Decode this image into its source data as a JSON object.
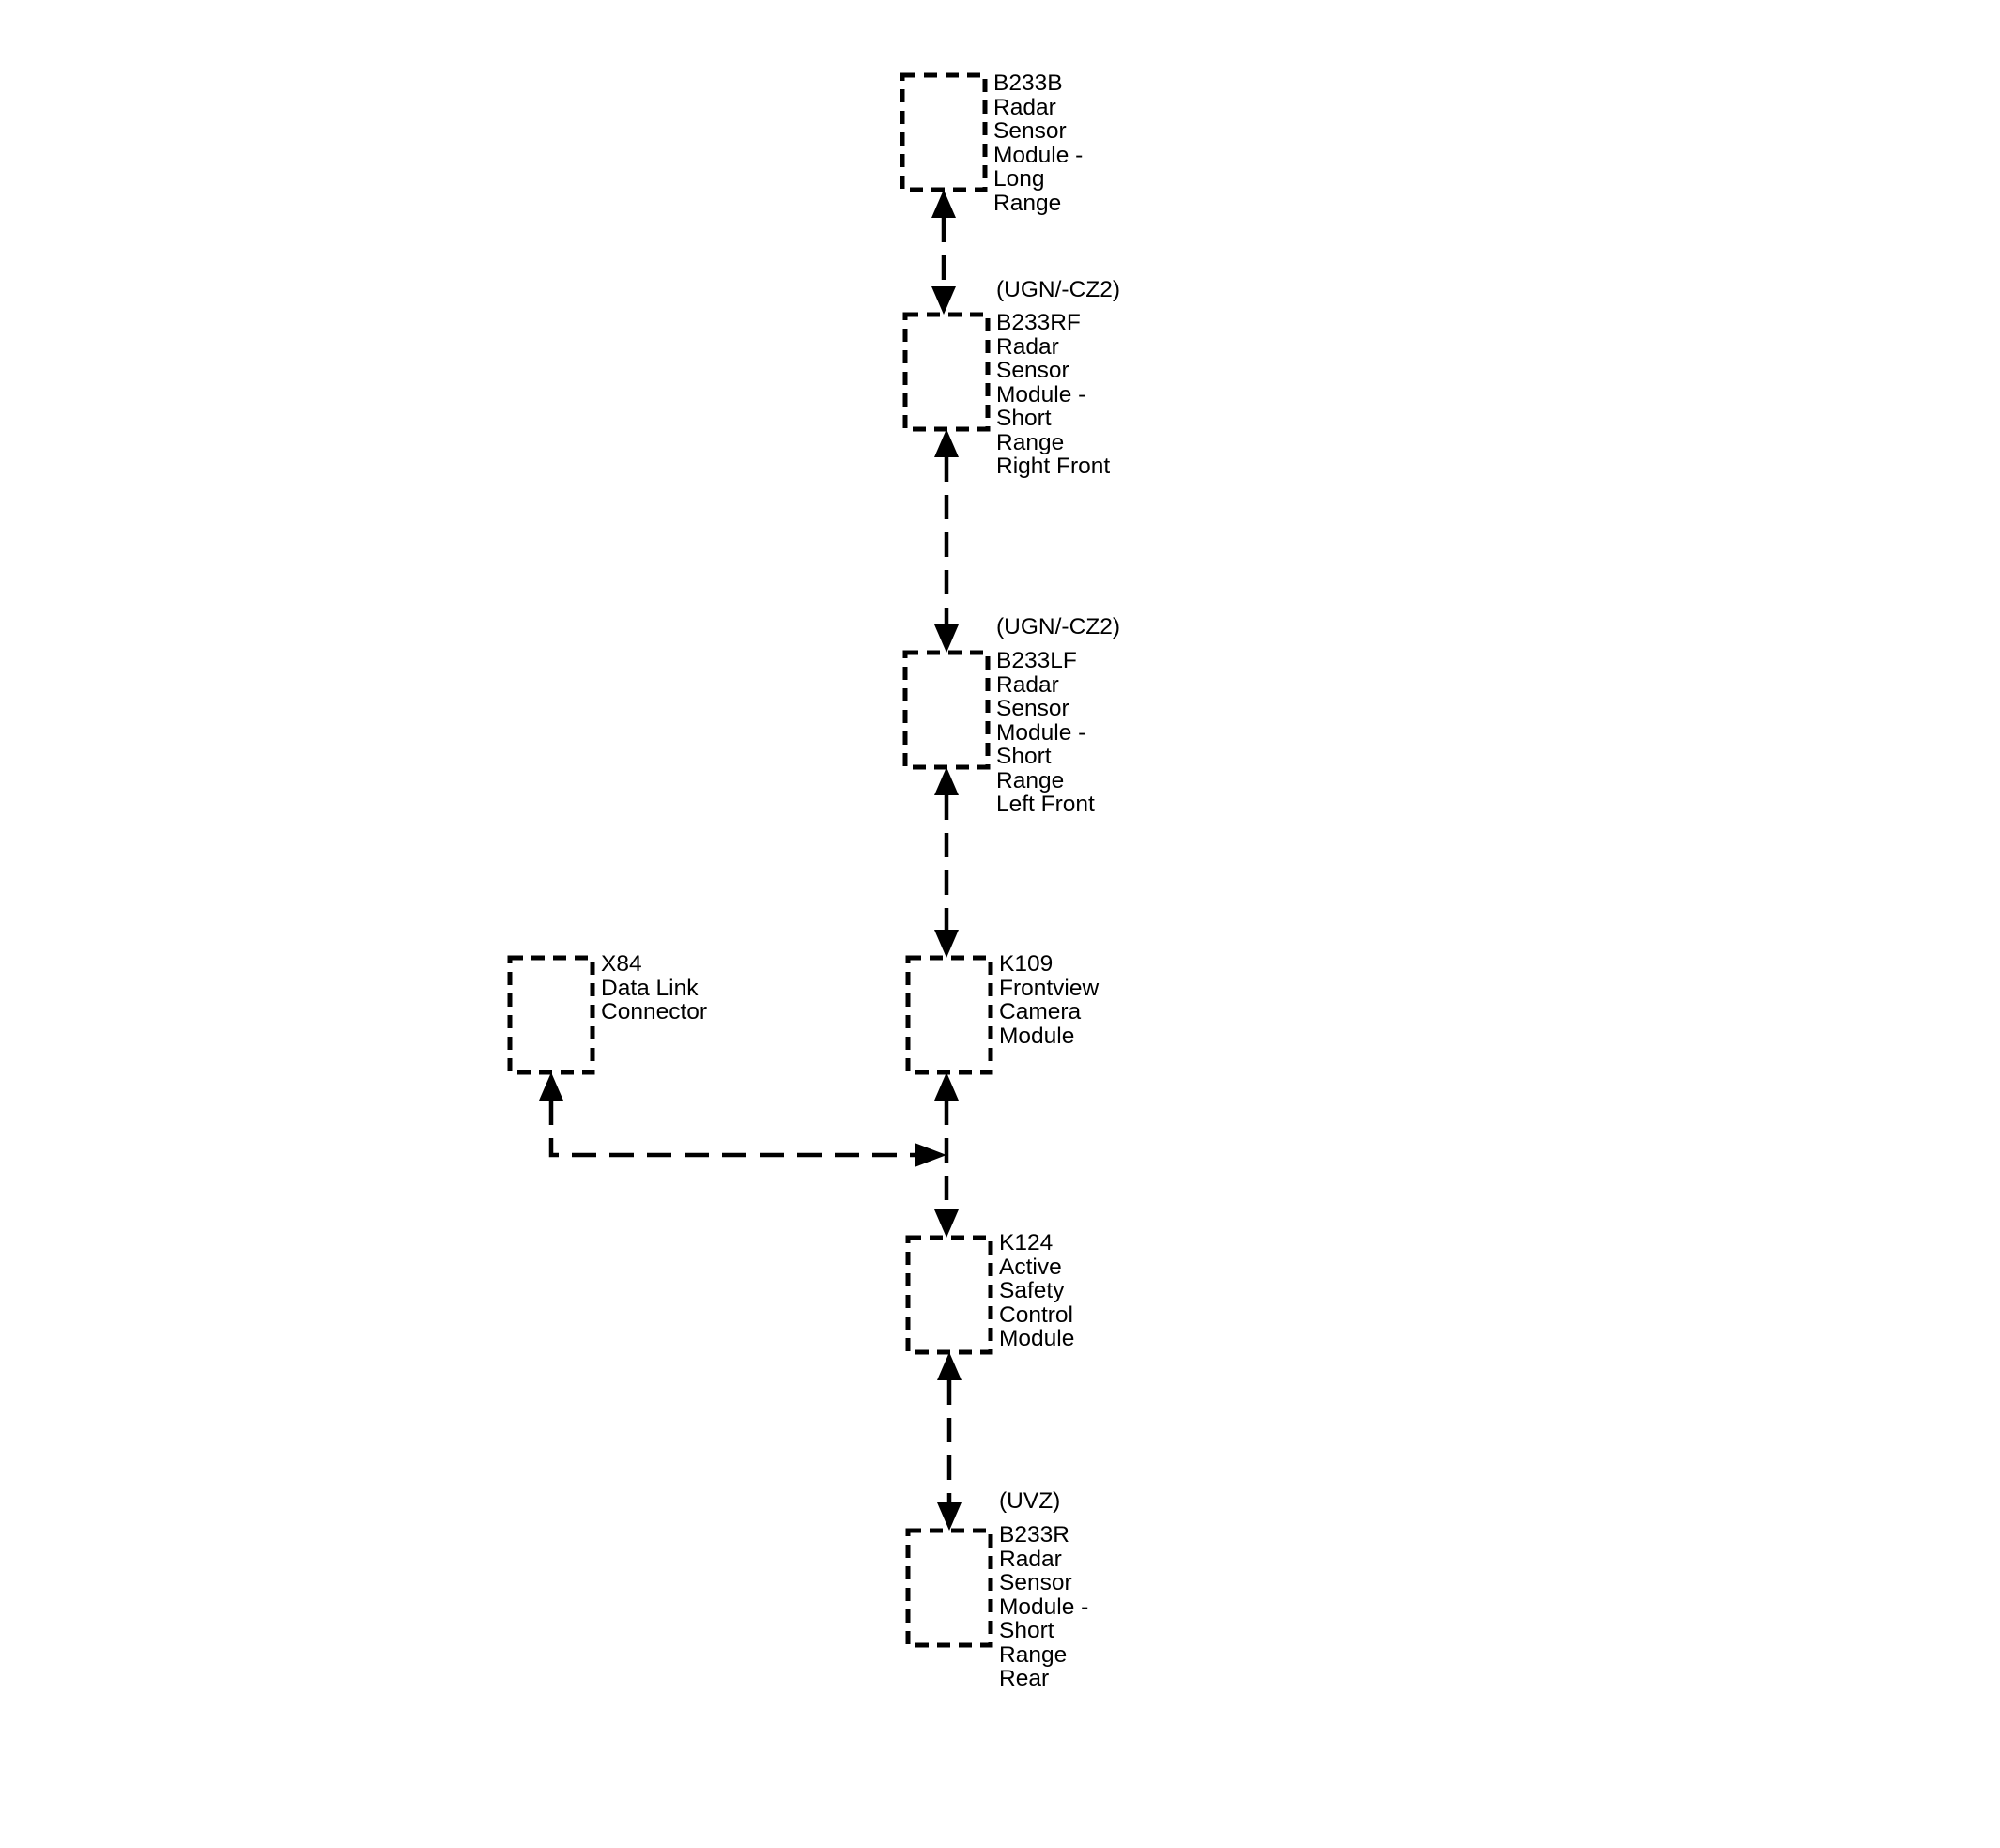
{
  "diagram": {
    "modules": [
      {
        "id": "B233B",
        "option": "",
        "lines": [
          "B233B",
          "Radar",
          "Sensor",
          "Module -",
          "Long",
          "Range"
        ]
      },
      {
        "id": "B233RF",
        "option": "(UGN/-CZ2)",
        "lines": [
          "B233RF",
          "Radar",
          "Sensor",
          "Module -",
          "Short",
          "Range",
          "Right Front"
        ]
      },
      {
        "id": "B233LF",
        "option": "(UGN/-CZ2)",
        "lines": [
          "B233LF",
          "Radar",
          "Sensor",
          "Module -",
          "Short",
          "Range",
          "Left Front"
        ]
      },
      {
        "id": "X84",
        "option": "",
        "lines": [
          "X84",
          "Data Link",
          "Connector"
        ]
      },
      {
        "id": "K109",
        "option": "",
        "lines": [
          "K109",
          "Frontview",
          "Camera",
          "Module"
        ]
      },
      {
        "id": "K124",
        "option": "",
        "lines": [
          "K124",
          "Active",
          "Safety",
          "Control",
          "Module"
        ]
      },
      {
        "id": "B233R",
        "option": "(UVZ)",
        "lines": [
          "B233R",
          "Radar",
          "Sensor",
          "Module -",
          "Short",
          "Range",
          "Rear"
        ]
      }
    ],
    "connections": [
      {
        "from": "B233B",
        "to": "B233RF"
      },
      {
        "from": "B233RF",
        "to": "B233LF"
      },
      {
        "from": "B233LF",
        "to": "K109"
      },
      {
        "from": "K109",
        "to": "K124"
      },
      {
        "from": "X84",
        "to": "K109-K124 bus"
      },
      {
        "from": "K124",
        "to": "B233R"
      }
    ]
  }
}
